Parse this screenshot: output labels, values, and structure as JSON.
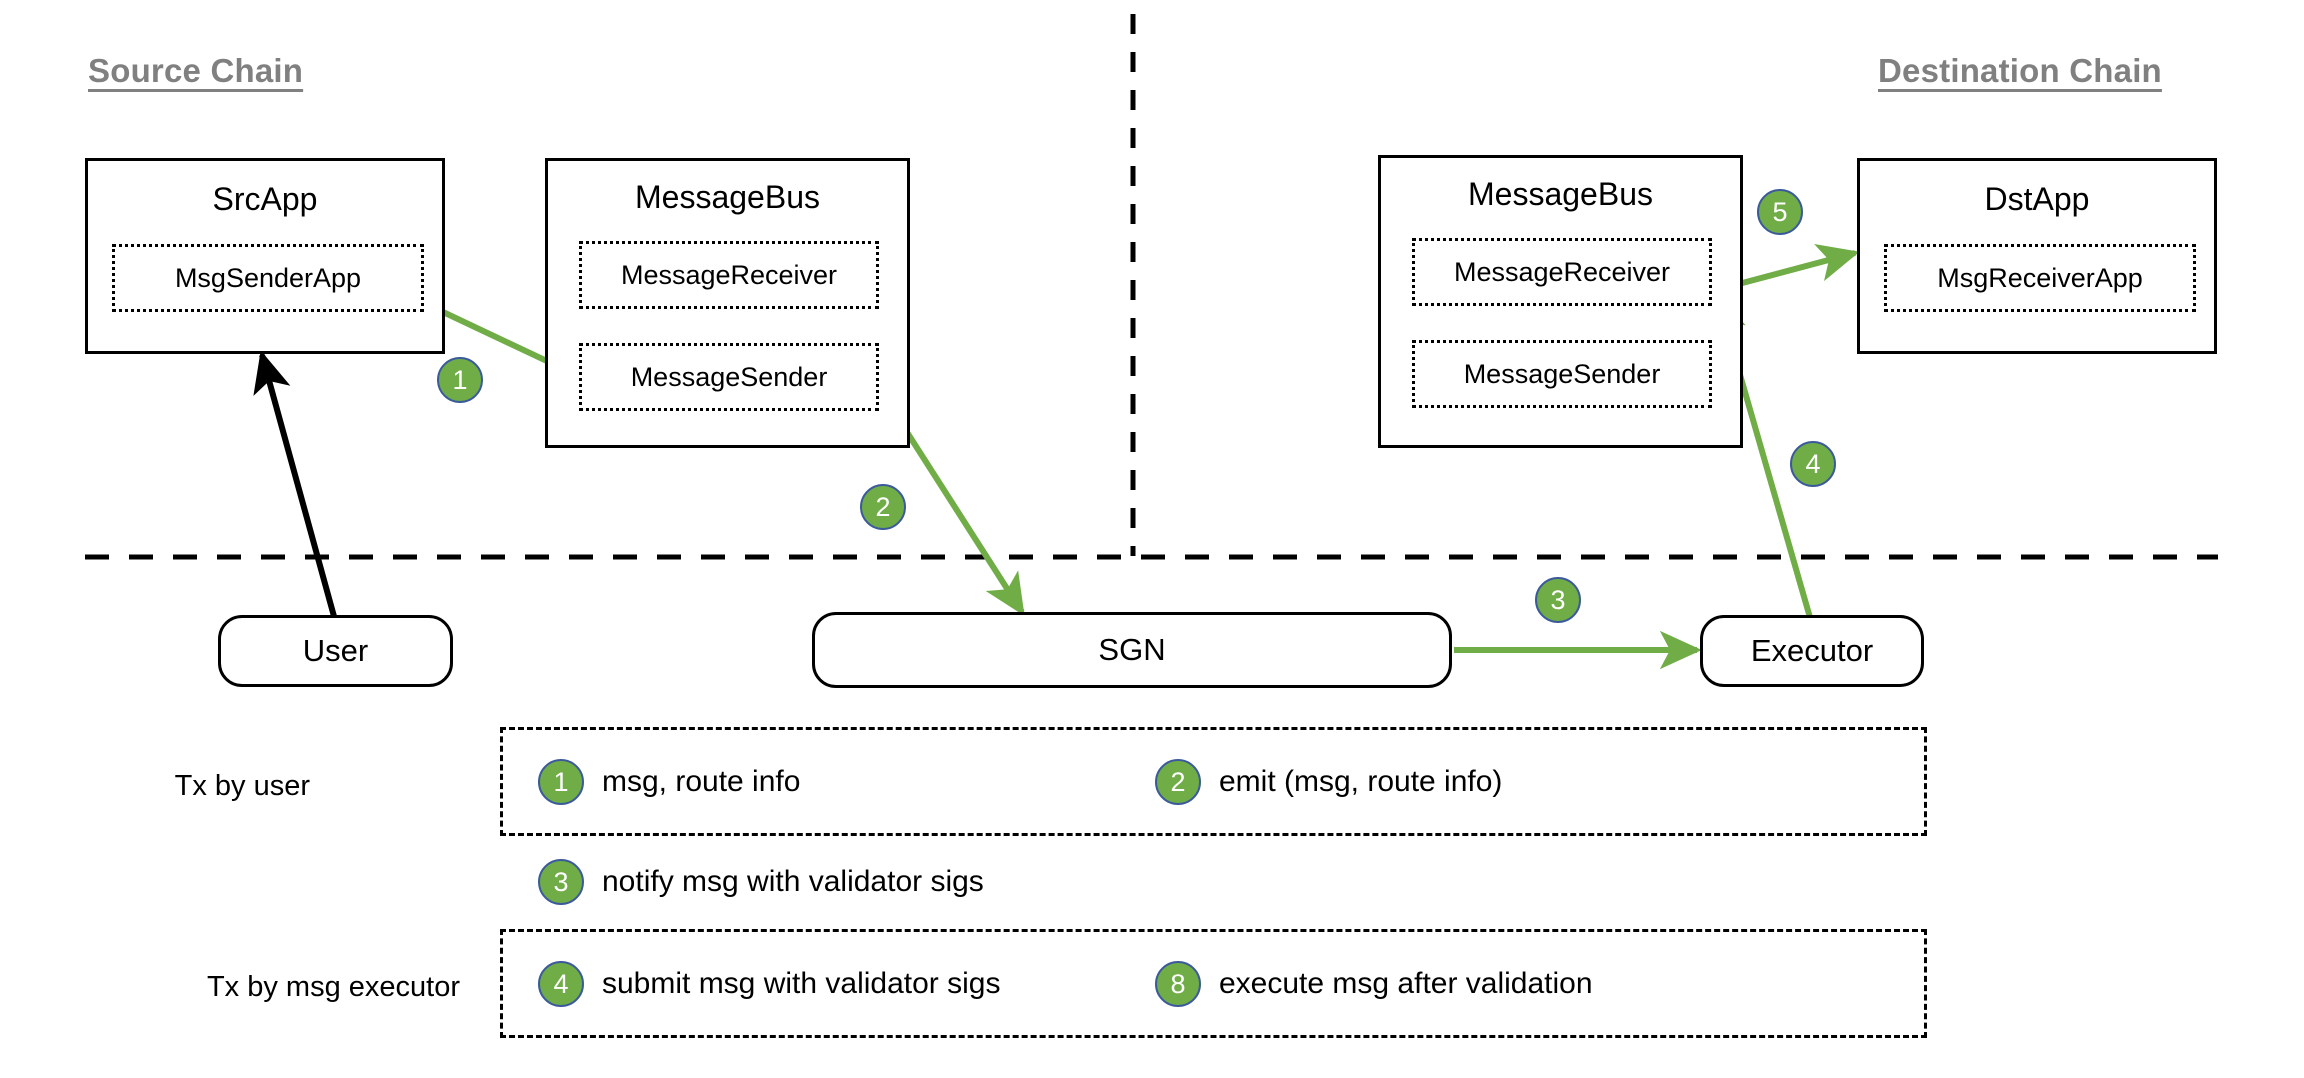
{
  "diagram": {
    "title_left": "Source Chain",
    "title_right": "Destination Chain",
    "accent_green": "#70AD47",
    "marker_border": "#3B5A9B",
    "header_color": "#808080"
  },
  "source_chain": {
    "src_app": {
      "title": "SrcApp",
      "inner": "MsgSenderApp"
    },
    "message_bus": {
      "title": "MessageBus",
      "receiver": "MessageReceiver",
      "sender": "MessageSender"
    }
  },
  "destination_chain": {
    "message_bus": {
      "title": "MessageBus",
      "receiver": "MessageReceiver",
      "sender": "MessageSender"
    },
    "dst_app": {
      "title": "DstApp",
      "inner": "MsgReceiverApp"
    }
  },
  "offchain": {
    "user": "User",
    "sgn": "SGN",
    "executor": "Executor"
  },
  "flow_markers": {
    "m1": "1",
    "m2": "2",
    "m3": "3",
    "m4": "4",
    "m5": "5"
  },
  "legend": {
    "row1_label": "Tx by user",
    "row1_items": [
      {
        "num": "1",
        "text": "msg, route info"
      },
      {
        "num": "2",
        "text": "emit (msg, route info)"
      }
    ],
    "row2_items": [
      {
        "num": "3",
        "text": "notify msg with validator sigs"
      }
    ],
    "row3_label": "Tx by msg executor",
    "row3_items": [
      {
        "num": "4",
        "text": "submit msg with validator sigs"
      },
      {
        "num": "8",
        "text": "execute msg after validation"
      }
    ]
  }
}
